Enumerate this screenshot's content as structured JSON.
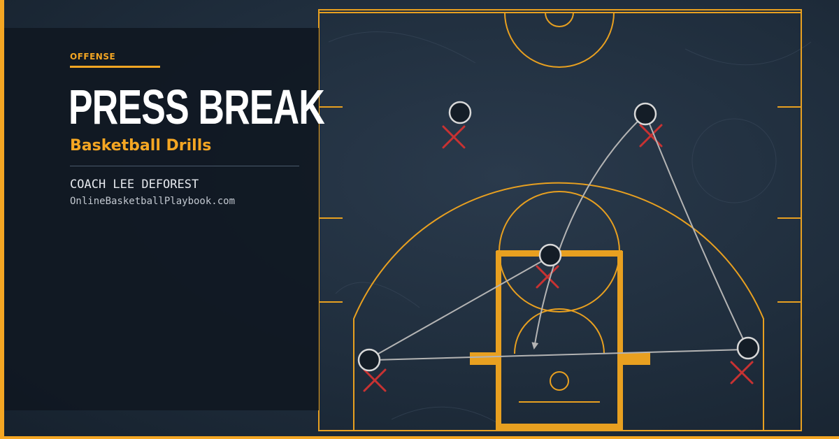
{
  "header": {
    "category": "OFFENSE",
    "title": "PRESS BREAK",
    "subtitle": "Basketball Drills",
    "coach": "COACH LEE DEFOREST",
    "website": "OnlineBasketballPlaybook.com"
  },
  "colors": {
    "accent": "#f4a623",
    "court_line": "#e8a020",
    "background": "#1f2d3c",
    "panel": "#101822",
    "defender_mark": "#c83232",
    "pass_arrow": "#b4b4b4",
    "player_ring": "#d8d8d8"
  },
  "diagram": {
    "offensive_players": 5,
    "defenders": 5,
    "passes": 4,
    "player_icon": "offensive-player-circle",
    "defender_icon": "defender-x-icon",
    "pass_icon": "pass-arrow"
  }
}
